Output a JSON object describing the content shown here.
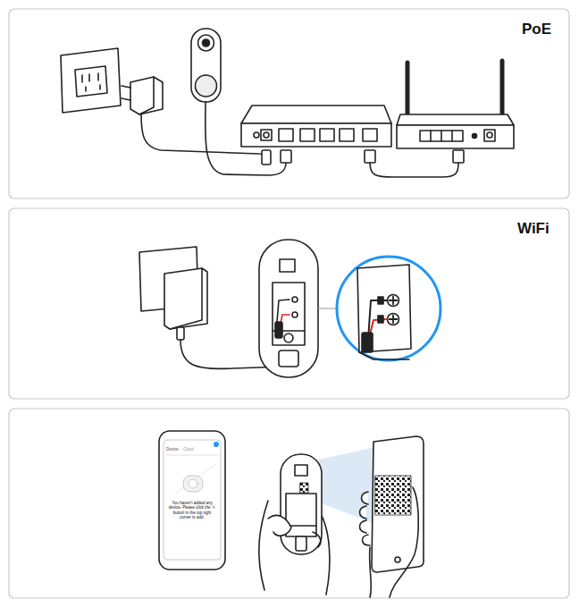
{
  "diagram": {
    "labels": [
      "PoE",
      "WiFi",
      "Device",
      "Cloud",
      "You haven't added any device. Please click the '+' button in the top right corner to add."
    ]
  }
}
